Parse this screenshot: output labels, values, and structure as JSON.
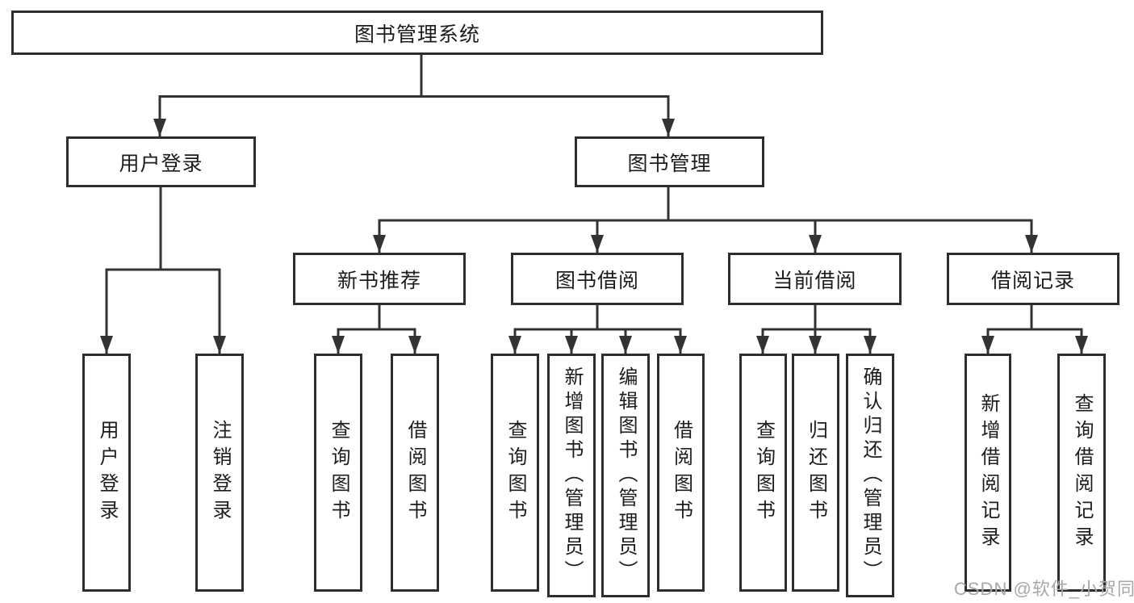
{
  "diagram": {
    "type": "tree-structure-diagram",
    "watermark": "CSDN @软件_小贺同学",
    "colors": {
      "line": "#333333",
      "box_border": "#2e2e2e",
      "box_fill": "#ffffff",
      "text": "#1c1c1c",
      "watermark_text": "#a8a8a8",
      "background": "#ffffff"
    },
    "nodes": {
      "root": {
        "label": "图书管理系统"
      },
      "level2": [
        {
          "label": "用户登录"
        },
        {
          "label": "图书管理"
        }
      ],
      "level3": [
        {
          "label": "新书推荐",
          "parent": "图书管理"
        },
        {
          "label": "图书借阅",
          "parent": "图书管理"
        },
        {
          "label": "当前借阅",
          "parent": "图书管理"
        },
        {
          "label": "借阅记录",
          "parent": "图书管理"
        }
      ],
      "level4": [
        {
          "label": "用户登录",
          "parent": "用户登录"
        },
        {
          "label": "注销登录",
          "parent": "用户登录"
        },
        {
          "label": "查询图书",
          "parent": "新书推荐"
        },
        {
          "label": "借阅图书",
          "parent": "新书推荐"
        },
        {
          "label": "查询图书",
          "parent": "图书借阅"
        },
        {
          "label": "新增图书（管理员）",
          "parent": "图书借阅"
        },
        {
          "label": "编辑图书（管理员）",
          "parent": "图书借阅"
        },
        {
          "label": "借阅图书",
          "parent": "图书借阅"
        },
        {
          "label": "查询图书",
          "parent": "当前借阅"
        },
        {
          "label": "归还图书",
          "parent": "当前借阅"
        },
        {
          "label": "确认归还（管理员）",
          "parent": "当前借阅"
        },
        {
          "label": "新增借阅记录",
          "parent": "借阅记录"
        },
        {
          "label": "查询借阅记录",
          "parent": "借阅记录"
        }
      ]
    }
  }
}
